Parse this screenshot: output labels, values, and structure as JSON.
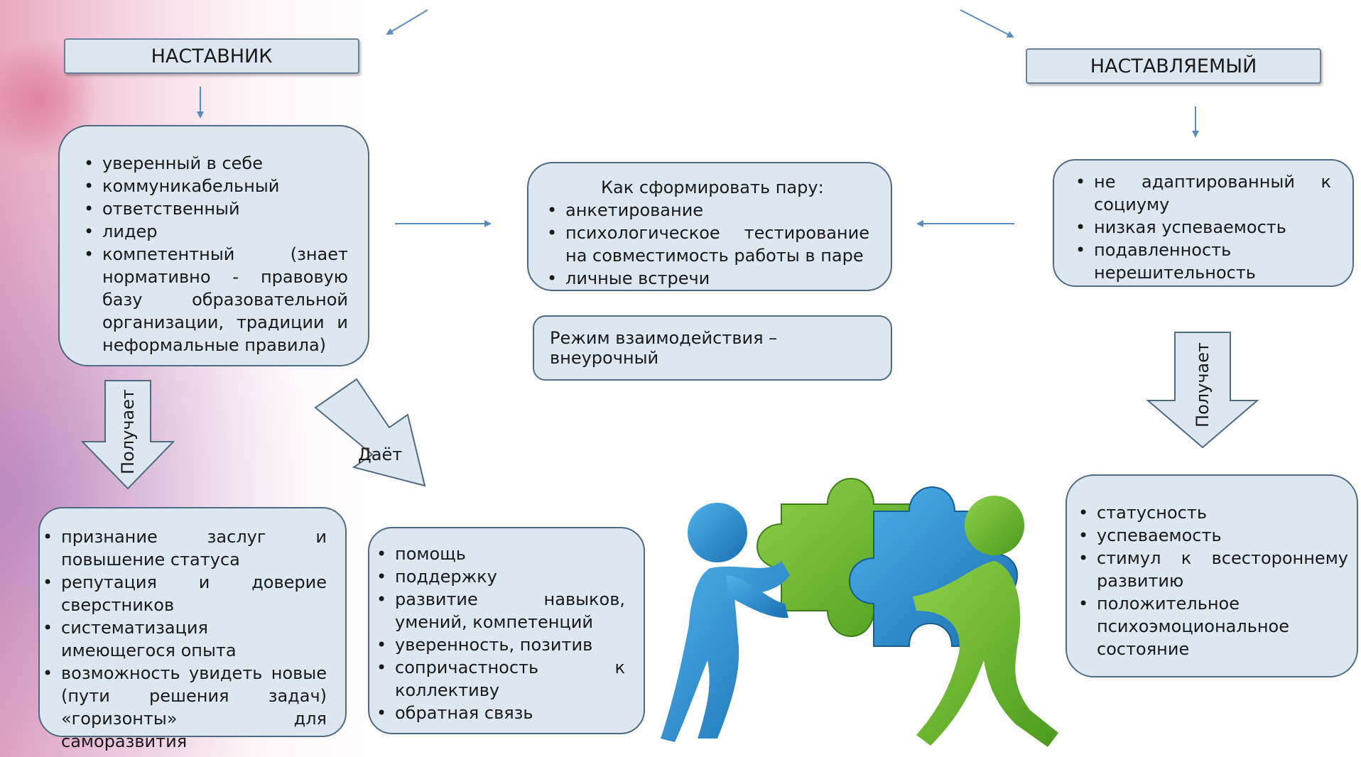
{
  "mentor": {
    "title": "НАСТАВНИК",
    "qualities": [
      "уверенный в себе",
      "коммуникабельный",
      "ответственный",
      "лидер",
      "компетентный (знает нормативно - правовую базу образовательной организации, традиции и неформальные правила)"
    ],
    "receives_label": "Получает",
    "gives_label": "Даёт",
    "receives": [
      "признание заслуг и повышение статуса",
      "репутация и доверие сверстников",
      "систематизация имеющегося опыта",
      "возможность увидеть новые (пути решения задач) «горизонты» для саморазвития"
    ],
    "gives": [
      "помощь",
      "поддержку",
      "развитие навыков, умений, компетенций",
      "уверенность, позитив",
      "сопричастность к коллективу",
      "обратная связь"
    ]
  },
  "mentee": {
    "title": "НАСТАВЛЯЕМЫЙ",
    "qualities": [
      "не адаптированный к социуму",
      "низкая успеваемость",
      "подавленность нерешительность"
    ],
    "receives_label": "Получает",
    "receives": [
      "статусность",
      "успеваемость",
      "стимул к всестороннему развитию",
      "положительное психоэмоциональное состояние"
    ]
  },
  "pair": {
    "heading": "Как сформировать пару:",
    "items": [
      "анкетирование",
      "психологическое тестирование на совместимость работы в паре",
      "личные встречи"
    ]
  },
  "mode": {
    "text": "Режим взаимодействия – внеурочный"
  },
  "colors": {
    "box_fill": "#dde7f0",
    "box_border": "#4f6b83",
    "arrow_blue": "#5b8cc0",
    "figure_blue": "#2a8fd4",
    "figure_green": "#62b12c"
  }
}
